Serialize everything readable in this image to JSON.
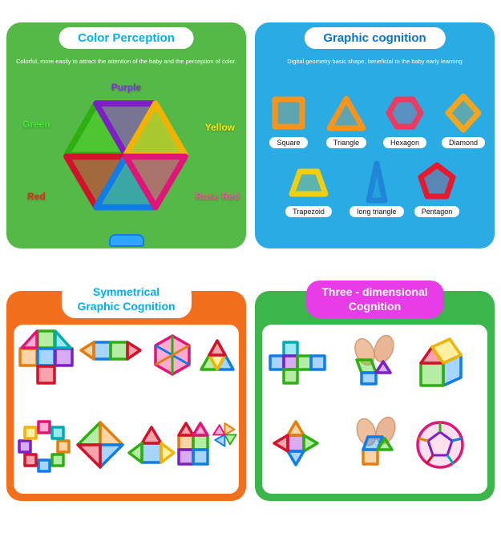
{
  "color_perception": {
    "title": "Color Perception",
    "title_color": "#00b3ea",
    "panel_color": "#55b948",
    "subtitle": "Colorful, more easily to attract the attention of the baby and the perception of color.",
    "labels": {
      "purple": {
        "text": "Purple",
        "color": "#8a2be2"
      },
      "green": {
        "text": "Green",
        "color": "#3bf12d"
      },
      "yellow": {
        "text": "Yellow",
        "color": "#ffe400"
      },
      "red": {
        "text": "Red",
        "color": "#ff1a1a"
      },
      "rose": {
        "text": "Rose Red",
        "color": "#ff4fa0"
      }
    },
    "tiles": [
      "green-up",
      "purple-down",
      "yellow-up",
      "red-down",
      "blue-up",
      "rose-down"
    ]
  },
  "graphic_cognition": {
    "title": "Graphic cognition",
    "title_color": "#0a74c9",
    "panel_color": "#2aabe3",
    "subtitle": "Digital geometry basic shape, beneficial to the baby early learning",
    "shape_labels": {
      "square": "Square",
      "triangle": "Triangle",
      "hexagon": "Hexagon",
      "diamond": "Diamond",
      "trapezoid": "Trapezoid",
      "long_triangle": "long triangle",
      "pentagon": "Pentagon"
    }
  },
  "symmetrical": {
    "title_line1": "Symmetrical",
    "title_line2": "Graphic Cognition",
    "title_color": "#00aeef",
    "panel_color": "#f2701d",
    "figures": [
      "cross",
      "hexagon-bar",
      "flower-wheel",
      "pyramid",
      "ring",
      "diamond-star",
      "tower",
      "square-grid",
      "windmill"
    ]
  },
  "three_dimensional": {
    "title_line1": "Three - dimensional",
    "title_line2": "Cognition",
    "pill_color": "#e73ce7",
    "panel_color": "#3cb54a",
    "cells": [
      "cube-net",
      "hands-folding",
      "house-model",
      "star-net",
      "hands-folding",
      "ball-model"
    ]
  }
}
